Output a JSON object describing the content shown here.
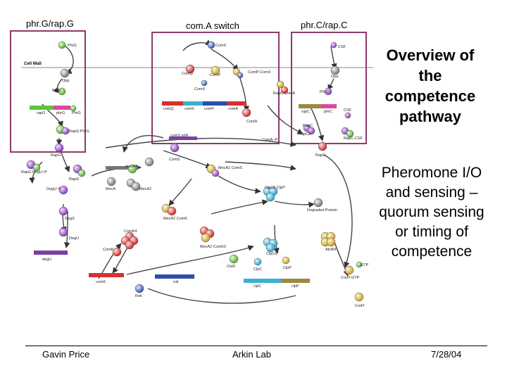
{
  "header": {
    "left_label": "phr.G/rap.G",
    "center_label": "com.A switch",
    "right_label": "phr.C/rap.C"
  },
  "slide": {
    "title": "Overview of the competence pathway",
    "body": "Pheromone I/O and sensing – quorum sensing or timing of competence"
  },
  "diagram": {
    "cell_wall": "Cell Wall",
    "labels": {
      "phrg_top": "PhrG",
      "opp_left": "Opp",
      "phrg_mid": "PhrG",
      "rapg_gene": "rapG",
      "phrg_gene": "phrG",
      "phrg_right": "PhrG",
      "rapg_phrg": "RapG PhrG",
      "rapg": "RapG",
      "comx_top": "ComX",
      "comq": "ComQ",
      "comp": "ComP",
      "comp_comx": "ComP-ComX",
      "comx_mid": "ComX",
      "comq_gene": "comQ",
      "comx_gene": "comX",
      "comp_gene": "comP",
      "coma_gene": "comA",
      "rapc_coma": "RapC-ComA",
      "coma": "ComA",
      "coma_p": "ComA~P",
      "csf_top": "CSF",
      "opp_right": "Opp",
      "phrc": "PhrC",
      "rapc_gene": "rapC",
      "phrc_gene": "phrC",
      "csf_mid": "CSF",
      "rapc": "RapC",
      "rapc2": "RapC2",
      "rapc_csf": "RapC-CSF",
      "coms_srfa": "comS srfA",
      "coms": "ComS",
      "rapg_main": "RapG",
      "rapg2": "RapG",
      "rapg_degu": "RapG DegU~P",
      "degu_p": "DegU~P",
      "degs": "DegS",
      "degu": "DegU",
      "degu_gene": "degU",
      "meca_gene": "mecA",
      "meca": "MecA",
      "meca2": "MecA2",
      "meca2_coms": "MecA2 ComS",
      "meca2_comk": "MecA2 ComK",
      "comk4": "ComK4",
      "comk": "ComK",
      "meca2_comk2": "MecA2 ComK2",
      "clpc6": "ClpC6 ClpP",
      "clpc": "ClpC6",
      "degraded": "Degraded Protein",
      "abrb": "AbrB4",
      "ctsr": "CtsR",
      "clpc_mono": "ClpC",
      "clpp": "ClpP",
      "clpc_gene": "clpC",
      "clpp_gene": "clpP",
      "comk_gene": "comK",
      "rok_gene": "rok",
      "rok": "Rok",
      "gtp": "GTP",
      "cody_gtp": "CodY-GTP",
      "cody": "CodY"
    }
  },
  "footer": {
    "author": "Gavin Price",
    "lab": "Arkin Lab",
    "date": "7/28/04"
  },
  "colors": {
    "box_outline": "#8a3b6b",
    "gene_green": "#5ec43a",
    "gene_red": "#d83030",
    "gene_blue": "#2b4fa8",
    "gene_olive": "#9a8a3c",
    "gene_cyan": "#3bb0d0",
    "gene_purple": "#7a3fa0"
  }
}
